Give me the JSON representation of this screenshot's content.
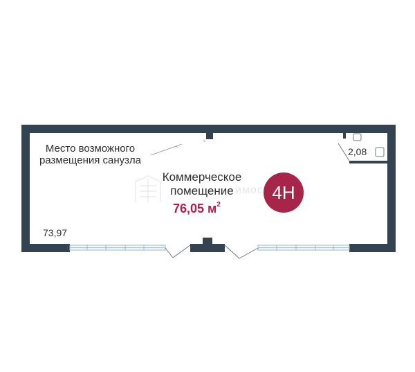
{
  "plan": {
    "note_line1": "Место возможного",
    "note_line2": "размещения санузла",
    "room_name_line1": "Коммерческое",
    "room_name_line2": "помещение",
    "area_value": "76,05 м",
    "area_unit_sup": "2",
    "wc_area": "2,08",
    "wall_length": "73,97",
    "unit_badge": "4Н",
    "watermark_text": "имос"
  },
  "colors": {
    "wall": "#34434f",
    "accent": "#a8254a",
    "window": "#9ec9e6",
    "text": "#2e2e2e"
  }
}
